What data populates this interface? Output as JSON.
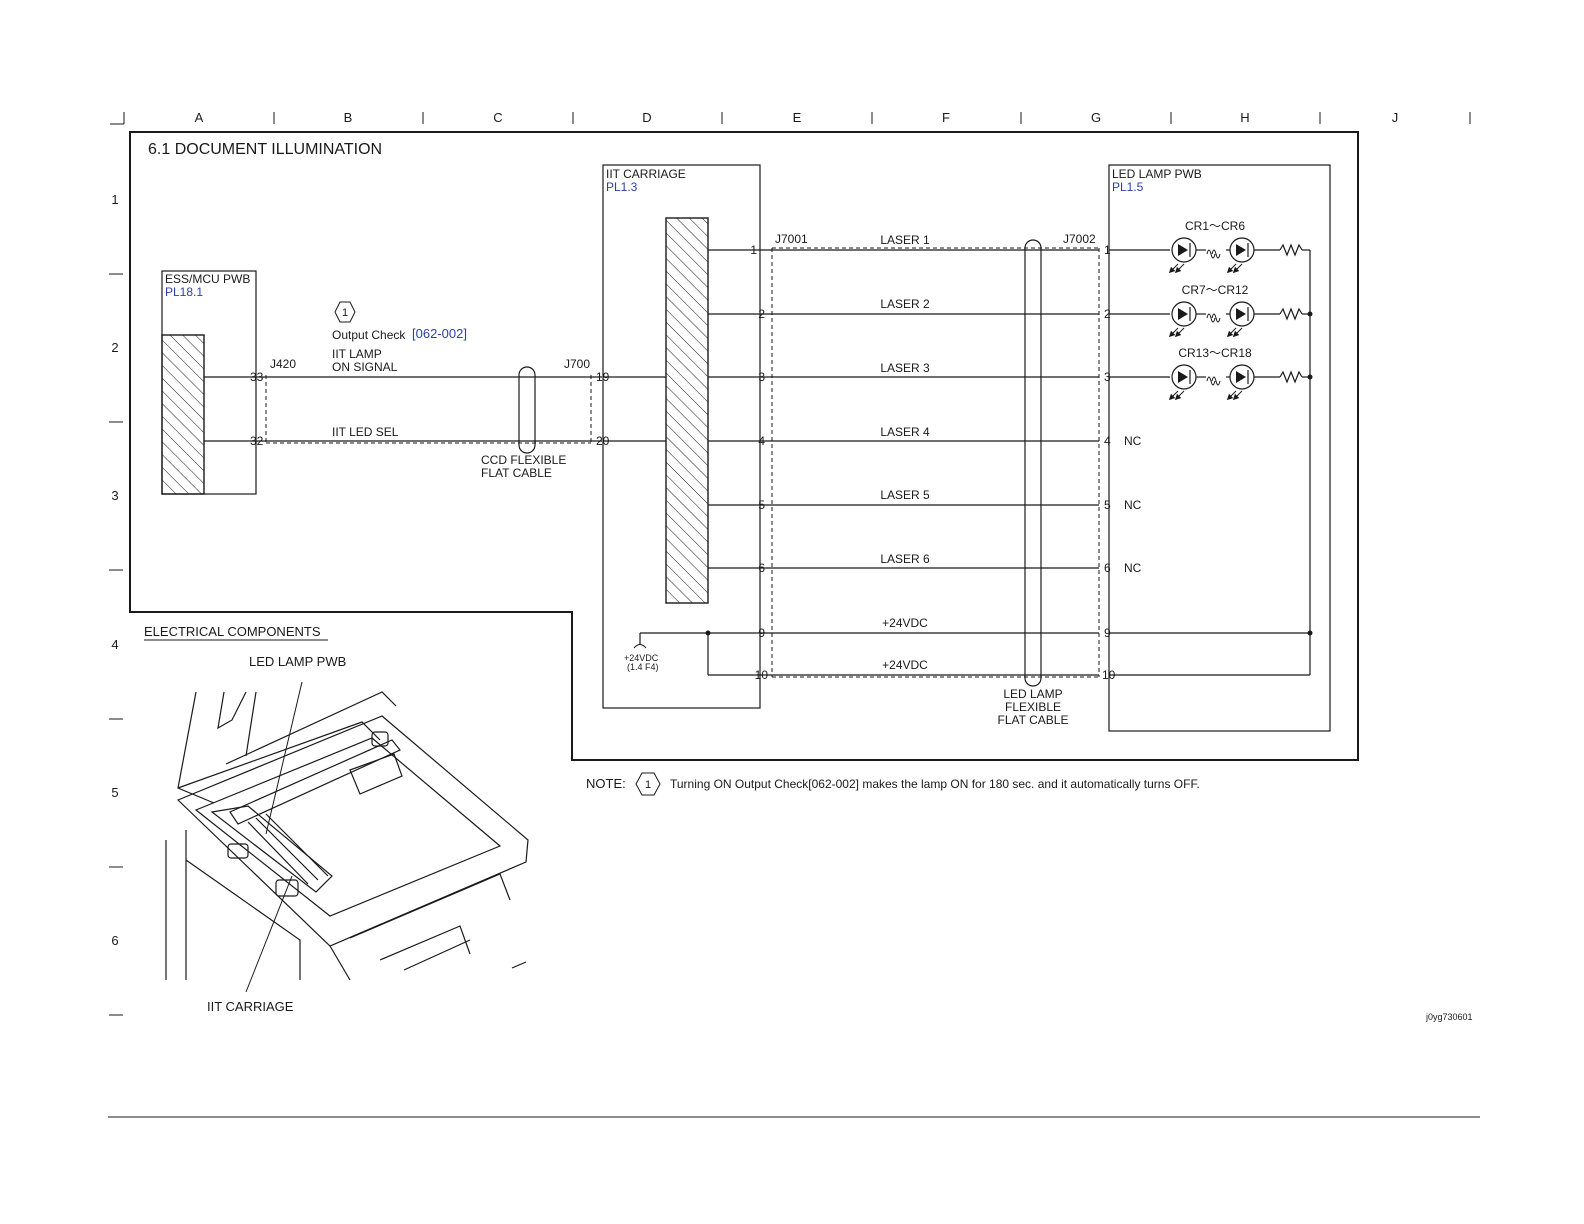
{
  "grid": {
    "columns": [
      "A",
      "B",
      "C",
      "D",
      "E",
      "F",
      "G",
      "H",
      "J"
    ],
    "rows": [
      "1",
      "2",
      "3",
      "4",
      "5",
      "6"
    ]
  },
  "title": "6.1 DOCUMENT ILLUMINATION",
  "ess": {
    "name": "ESS/MCU PWB",
    "ref": "PL18.1",
    "connector": "J420"
  },
  "pins_left": [
    "33",
    "32"
  ],
  "pins_j700": [
    "19",
    "20"
  ],
  "output_check": {
    "badge": "1",
    "label": "Output Check",
    "code": "[062-002]"
  },
  "signals_left": [
    "IIT LAMP",
    "ON SIGNAL",
    "IIT LED SEL"
  ],
  "ccd_cable": [
    "CCD FLEXIBLE",
    "FLAT CABLE"
  ],
  "j700": "J700",
  "iit_carriage": {
    "name": "IIT CARRIAGE",
    "ref": "PL1.3"
  },
  "j7001": "J7001",
  "j7002": "J7002",
  "pins_right": [
    "1",
    "2",
    "3",
    "4",
    "5",
    "6",
    "9",
    "10"
  ],
  "signals_right": [
    "LASER 1",
    "LASER 2",
    "LASER 3",
    "LASER 4",
    "LASER 5",
    "LASER 6",
    "+24VDC",
    "+24VDC"
  ],
  "nc": [
    "NC",
    "NC",
    "NC"
  ],
  "supply": [
    "+24VDC",
    "(1.4 F4)"
  ],
  "led_cable": [
    "LED LAMP",
    "FLEXIBLE",
    "FLAT CABLE"
  ],
  "led_pwb": {
    "name": "LED LAMP PWB",
    "ref": "PL1.5"
  },
  "led_groups": [
    "CR1～CR6",
    "CR7～CR12",
    "CR13～CR18"
  ],
  "components": {
    "heading": "ELECTRICAL COMPONENTS",
    "led_lamp_label": "LED LAMP PWB",
    "iit_label": "IIT CARRIAGE"
  },
  "note": {
    "label": "NOTE:",
    "badge": "1",
    "text": "Turning ON Output Check[062-002] makes the lamp ON for 180 sec. and it automatically turns OFF."
  },
  "figure_id": "j0yg730601",
  "colors": {
    "line": "#1a1a1a",
    "reference": "#2b3fa8"
  }
}
